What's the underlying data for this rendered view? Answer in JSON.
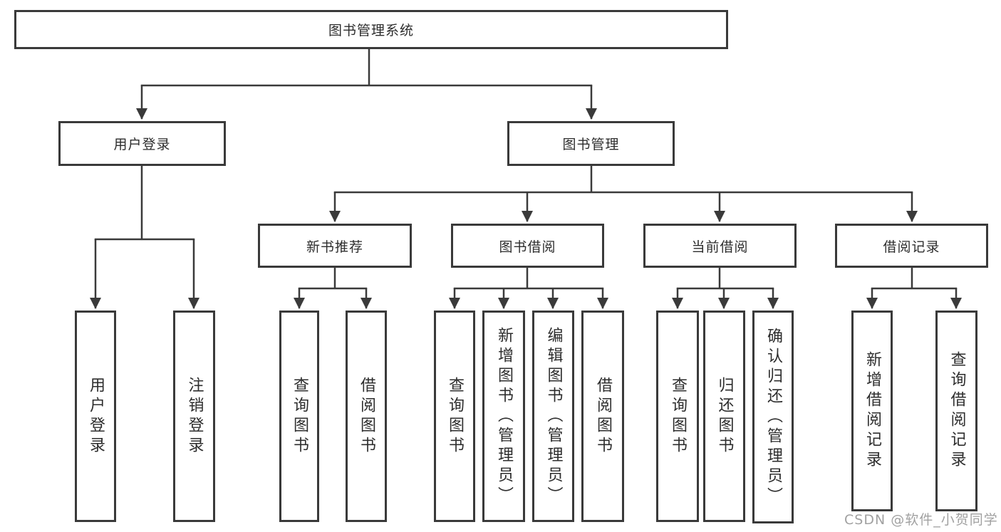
{
  "tree": {
    "root": {
      "label": "图书管理系统"
    },
    "user_login": {
      "label": "用户登录",
      "children": [
        {
          "label": "用户登录"
        },
        {
          "label": "注销登录"
        }
      ]
    },
    "book_management": {
      "label": "图书管理",
      "children": [
        {
          "label": "新书推荐",
          "children": [
            {
              "label": "查询图书"
            },
            {
              "label": "借阅图书"
            }
          ]
        },
        {
          "label": "图书借阅",
          "children": [
            {
              "label": "查询图书"
            },
            {
              "label": "新增图书（管理员）"
            },
            {
              "label": "编辑图书（管理员）"
            },
            {
              "label": "借阅图书"
            }
          ]
        },
        {
          "label": "当前借阅",
          "children": [
            {
              "label": "查询图书"
            },
            {
              "label": "归还图书"
            },
            {
              "label": "确认归还（管理员）"
            }
          ]
        },
        {
          "label": "借阅记录",
          "children": [
            {
              "label": "新增借阅记录"
            },
            {
              "label": "查询借阅记录"
            }
          ]
        }
      ]
    }
  },
  "watermark": {
    "text": "CSDN @软件_小贺同学"
  },
  "colors": {
    "line": "#3a3a3a",
    "text": "#2d2d2d",
    "background": "#ffffff",
    "watermark": "#949494"
  }
}
